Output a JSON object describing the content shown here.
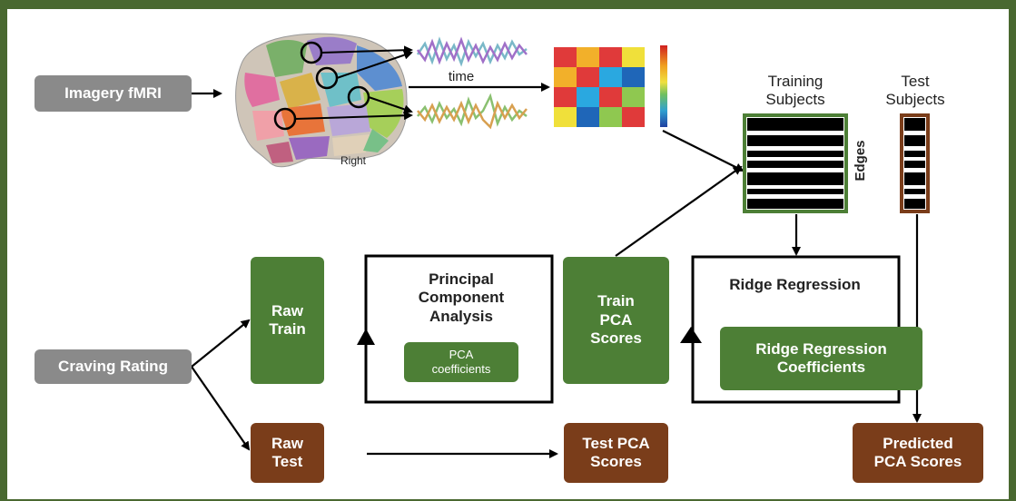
{
  "inputs": {
    "imagery": "Imagery fMRI",
    "craving": "Craving Rating"
  },
  "brain": {
    "time_label": "time",
    "view_label": "Right"
  },
  "subjects": {
    "training": "Training\nSubjects",
    "test": "Test\nSubjects",
    "edges": "Edges"
  },
  "pipeline": {
    "raw_train": "Raw\nTrain",
    "raw_test": "Raw\nTest",
    "pca_title": "Principal\nComponent\nAnalysis",
    "pca_coefficients": "PCA\ncoefficients",
    "train_pca_scores": "Train\nPCA\nScores",
    "test_pca_scores": "Test PCA\nScores",
    "ridge_title": "Ridge Regression",
    "ridge_coefficients": "Ridge Regression\nCoefficients",
    "predicted": "Predicted\nPCA Scores"
  },
  "colors": {
    "frame": "#496830",
    "green": "#4d7f36",
    "brown": "#7a3d1a",
    "gray": "#8a8a8a"
  }
}
